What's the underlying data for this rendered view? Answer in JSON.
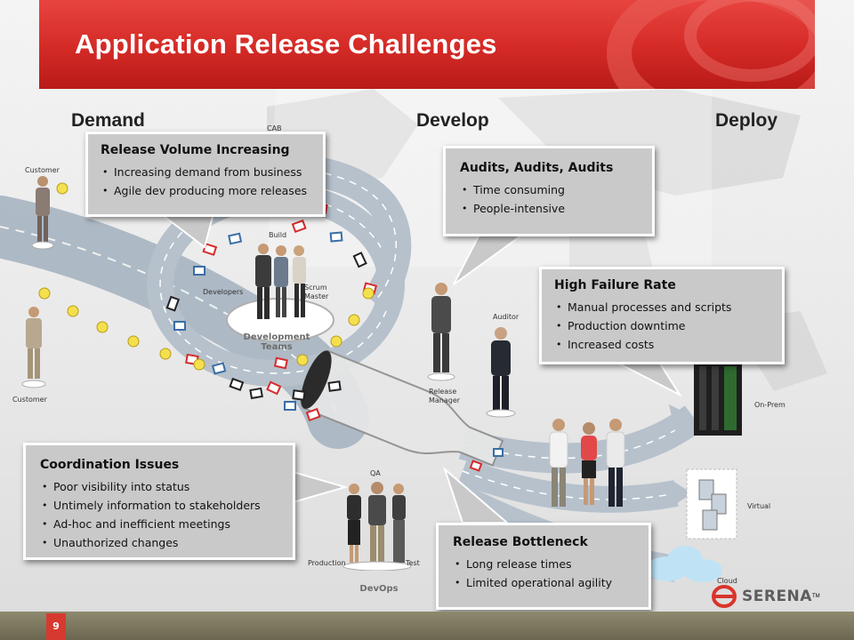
{
  "title": "Application Release Challenges",
  "phases": {
    "demand": "Demand",
    "develop": "Develop",
    "deploy": "Deploy"
  },
  "callouts": {
    "release_volume": {
      "heading": "Release Volume Increasing",
      "bullets": [
        "Increasing demand from business",
        "Agile dev producing more releases"
      ]
    },
    "audits": {
      "heading": "Audits, Audits, Audits",
      "bullets": [
        "Time consuming",
        "People-intensive"
      ]
    },
    "failure": {
      "heading": "High Failure Rate",
      "bullets": [
        "Manual processes and scripts",
        "Production downtime",
        "Increased costs"
      ]
    },
    "coordination": {
      "heading": "Coordination Issues",
      "bullets": [
        "Poor visibility into status",
        "Untimely information to stakeholders",
        "Ad-hoc and inefficient meetings",
        "Unauthorized changes"
      ]
    },
    "bottleneck": {
      "heading": "Release Bottleneck",
      "bullets": [
        "Long release times",
        "Limited operational agility"
      ]
    }
  },
  "labels": {
    "customer_top": "Customer",
    "customer_bottom": "Customer",
    "cab": "CAB",
    "build": "Build",
    "developers": "Developers",
    "scrum_master": "Scrum Master",
    "development_teams": "Development Teams",
    "release_manager": "Release Manager",
    "auditor": "Auditor",
    "on_prem": "On-Prem",
    "virtual": "Virtual",
    "cloud": "Cloud",
    "qa": "QA",
    "production": "Production",
    "test": "Test",
    "devops": "DevOps"
  },
  "logo": {
    "text": "SERENA",
    "tm": "TM"
  },
  "page_number": "9",
  "colors": {
    "banner": "#d42a26",
    "accent_red": "#d63a2f",
    "road": "#b9c4cf",
    "callout_bg": "#c9c9c9",
    "footer": "#7a7660"
  },
  "icons": [
    "lightbulb-icon",
    "server-rack-icon",
    "virtual-servers-icon",
    "cloud-icon",
    "serena-logo-icon"
  ]
}
